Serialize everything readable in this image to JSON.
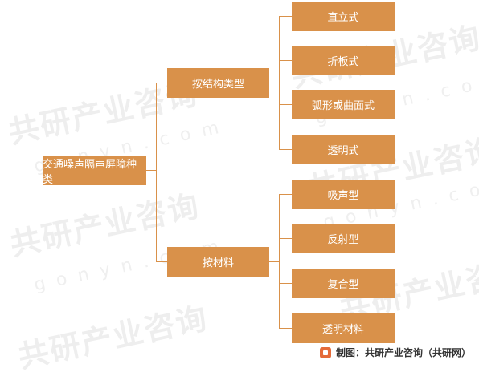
{
  "root": {
    "label": "交通噪声隔声屏障种类"
  },
  "branches": [
    {
      "label": "按结构类型",
      "children": [
        "直立式",
        "折板式",
        "弧形或曲面式",
        "透明式"
      ]
    },
    {
      "label": "按材料",
      "children": [
        "吸声型",
        "反射型",
        "复合型",
        "透明材料"
      ]
    }
  ],
  "credit": {
    "text": "制图：共研产业咨询（共研网）"
  },
  "watermark": {
    "text": "共研产业咨询",
    "sub": "gonyn.com"
  },
  "colors": {
    "box": "#d9914a",
    "line": "#d9914a",
    "text": "#ffffff"
  }
}
